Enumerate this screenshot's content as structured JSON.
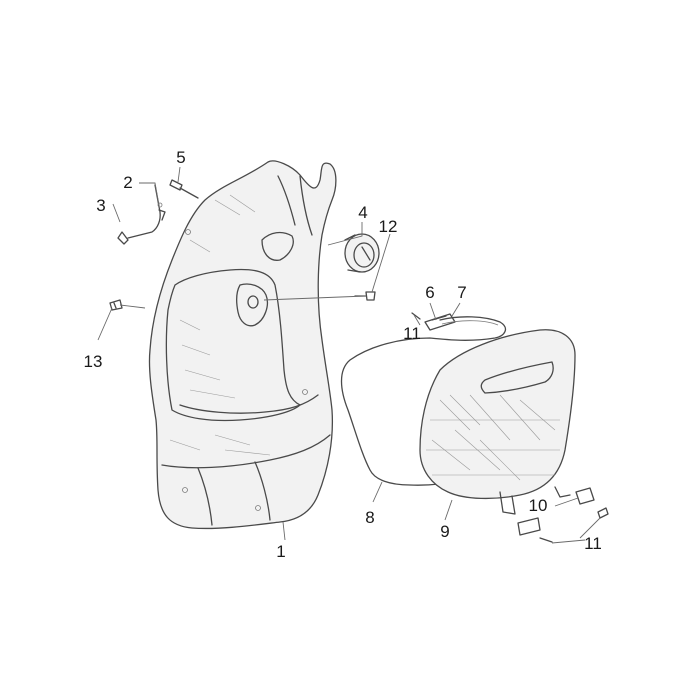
{
  "diagram": {
    "callouts": [
      {
        "id": "1",
        "text": "1"
      },
      {
        "id": "2",
        "text": "2"
      },
      {
        "id": "3",
        "text": "3"
      },
      {
        "id": "4",
        "text": "4"
      },
      {
        "id": "5",
        "text": "5"
      },
      {
        "id": "6",
        "text": "6"
      },
      {
        "id": "7",
        "text": "7"
      },
      {
        "id": "8",
        "text": "8"
      },
      {
        "id": "9",
        "text": "9"
      },
      {
        "id": "10",
        "text": "10"
      },
      {
        "id": "11a",
        "text": "11"
      },
      {
        "id": "11b",
        "text": "11"
      },
      {
        "id": "12",
        "text": "12"
      },
      {
        "id": "13",
        "text": "13"
      }
    ]
  }
}
